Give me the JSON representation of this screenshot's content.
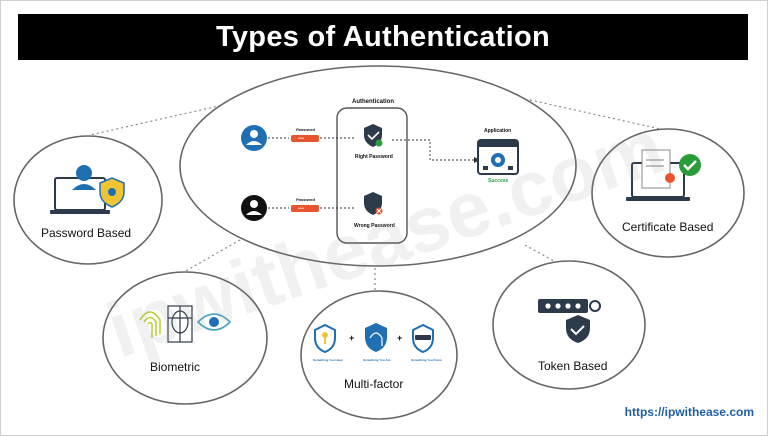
{
  "title": "Types of Authentication",
  "center": {
    "heading": "Authentication",
    "password_label_top": "Password",
    "password_dots_top": "****",
    "right_password": "Right Password",
    "password_label_bottom": "Password",
    "password_dots_bottom": "****",
    "wrong_password": "Wrong Password",
    "application": "Application",
    "success": "Success"
  },
  "types": {
    "password_based": "Password Based",
    "certificate_based": "Certificate Based",
    "biometric": "Biometric",
    "multi_factor": "Multi-factor",
    "token_based": "Token Based"
  },
  "multi_factor_items": [
    "Something You Have",
    "Something You Are",
    "Something You Know"
  ],
  "plus_sign": "+",
  "watermark": "ipwithease.com",
  "site_link": "https://ipwithease.com",
  "colors": {
    "title_bg": "#000000",
    "icon_blue": "#1f6fb2",
    "icon_dark": "#2d3a4a",
    "accent_orange": "#e8542e",
    "success_green": "#2a9d3a",
    "link_blue": "#1f5fa8"
  }
}
